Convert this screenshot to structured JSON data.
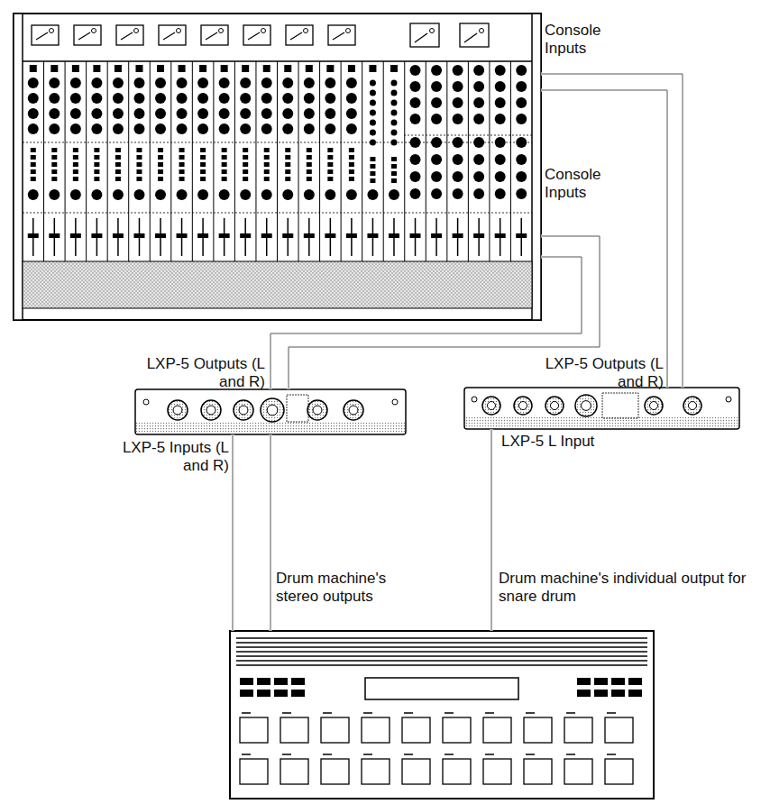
{
  "diagram": {
    "nodes": [
      {
        "text": [
          "Console Inputs",
          "Console Inputs"
        ]
      },
      {
        "text": [
          "LXP-5 Outputs (L and R)",
          "LXP-5 Inputs (L and R)"
        ]
      },
      {
        "text": [
          "LXP-5 Outputs (L and R)",
          "LXP-5 L Input"
        ]
      },
      {
        "text": [
          "Drum machine's stereo outputs",
          "Drum machine's individual output for snare drum"
        ]
      }
    ],
    "edges": [
      {
        "from": 3,
        "to": 1,
        "arrow": "none"
      },
      {
        "from": 3,
        "to": 2,
        "arrow": "none"
      },
      {
        "from": 1,
        "to": 0,
        "arrow": "none"
      },
      {
        "from": 2,
        "to": 0,
        "arrow": "none"
      }
    ]
  }
}
